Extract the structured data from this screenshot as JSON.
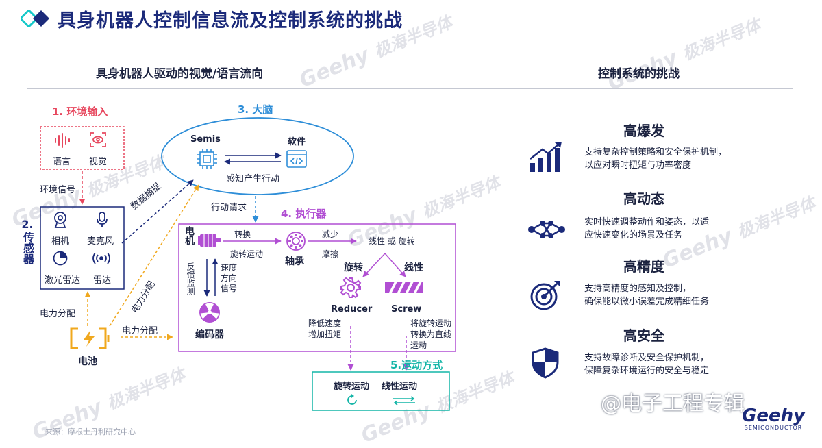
{
  "header": {
    "title": "具身机器人控制信息流及控制系统的挑战"
  },
  "watermark": {
    "brand": "Geehy",
    "sub": "SEMICONDUCTOR",
    "cn": "极海半导体"
  },
  "left": {
    "heading": "具身机器人驱动的视觉/语言流向",
    "env": {
      "title": "1. 环境输入",
      "items": [
        "语言",
        "视觉"
      ],
      "signal": "环境信号"
    },
    "sensors": {
      "title_num": "2.",
      "title": "传感器",
      "items": [
        "相机",
        "麦克风",
        "激光雷达",
        "雷达"
      ]
    },
    "brain": {
      "title": "3. 大脑",
      "semis": "Semis",
      "software": "软件",
      "caption": "感知产生行动",
      "data_capture": "数据捕捉",
      "action_request": "行动请求"
    },
    "actuator": {
      "title": "4. 执行器",
      "motor": "电机",
      "convert": "转换",
      "rotate": "旋转运动",
      "bearing": "轴承",
      "reduce": "减少",
      "friction": "摩擦",
      "linear_or_rot": "线性 或 旋转",
      "rotation": "旋转",
      "linear": "线性",
      "feedback": "反馈监测",
      "speed": "速度方向信号",
      "reducer": "Reducer",
      "screw": "Screw",
      "encoder": "编码器",
      "reducer_desc": [
        "降低速度",
        "增加扭矩"
      ],
      "screw_desc": [
        "将旋转运动",
        "转换为直线",
        "运动"
      ]
    },
    "motion": {
      "title": "5.运动方式",
      "rot": "旋转运动",
      "lin": "线性运动"
    },
    "power": {
      "battery": "电池",
      "dist1": "电力分配",
      "dist2": "电力分配",
      "dist3": "电力分配"
    },
    "source": "来源：摩根士丹利研究中心"
  },
  "right": {
    "heading": "控制系统的挑战",
    "items": [
      {
        "title": "高爆发",
        "desc": [
          "支持复杂控制策略和安全保护机制，",
          "以应对瞬时扭矩与功率密度"
        ],
        "icon": "bar-growth-icon"
      },
      {
        "title": "高动态",
        "desc": [
          "实时快速调整动作和姿态，以适",
          "应快速变化的场景及任务"
        ],
        "icon": "network-icon"
      },
      {
        "title": "高精度",
        "desc": [
          "支持高精度的感知及控制，",
          "确保能以微小误差完成精细任务"
        ],
        "icon": "target-icon"
      },
      {
        "title": "高安全",
        "desc": [
          "支持故障诊断及安全保护机制，",
          "保障复杂环境运行的安全与稳定"
        ],
        "icon": "shield-icon"
      }
    ]
  },
  "footer": {
    "credit": "@电子工程专辑",
    "logo": "Geehy",
    "logo_sub": "SEMICONDUCTOR"
  },
  "colors": {
    "navy": "#1b2a7a",
    "red": "#e7475e",
    "blue": "#2e8ed8",
    "purple": "#b14fd3",
    "teal": "#14b5a7",
    "orange": "#f0a81e"
  }
}
